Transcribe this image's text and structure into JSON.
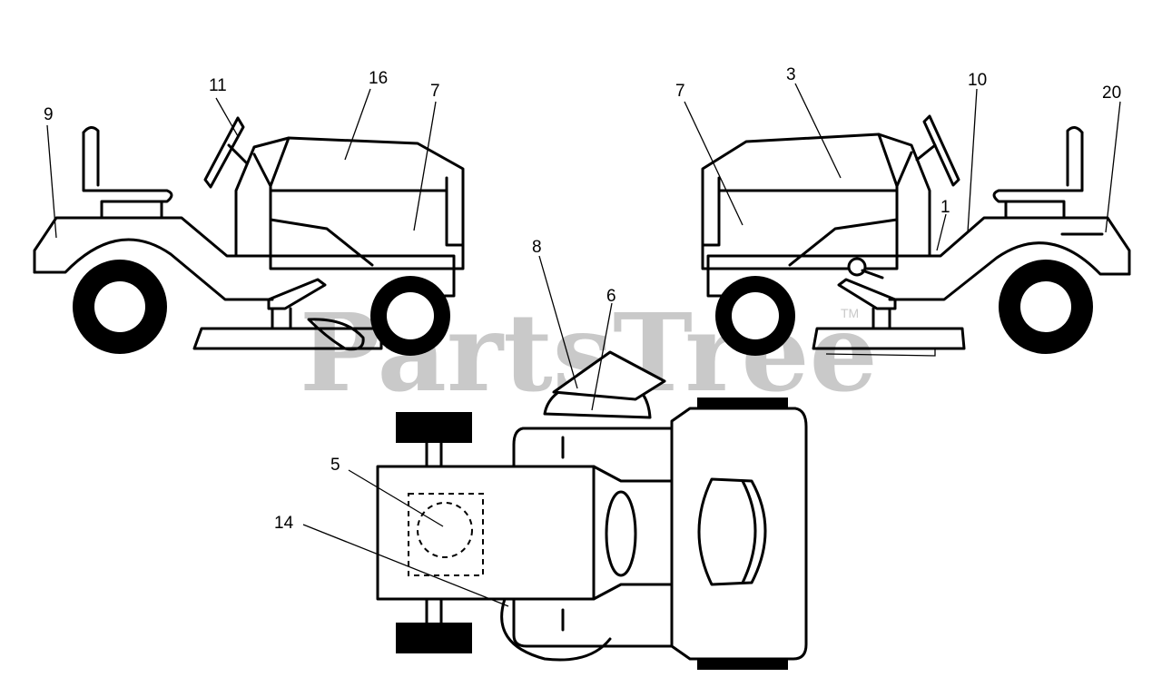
{
  "watermark": {
    "text": "PartsTree",
    "trademark": "TM"
  },
  "callouts": [
    {
      "id": "9",
      "label": "9"
    },
    {
      "id": "11",
      "label": "11"
    },
    {
      "id": "16",
      "label": "16"
    },
    {
      "id": "7a",
      "label": "7"
    },
    {
      "id": "7b",
      "label": "7"
    },
    {
      "id": "3",
      "label": "3"
    },
    {
      "id": "10",
      "label": "10"
    },
    {
      "id": "20",
      "label": "20"
    },
    {
      "id": "1",
      "label": "1"
    },
    {
      "id": "8",
      "label": "8"
    },
    {
      "id": "6",
      "label": "6"
    },
    {
      "id": "5",
      "label": "5"
    },
    {
      "id": "14",
      "label": "14"
    }
  ]
}
